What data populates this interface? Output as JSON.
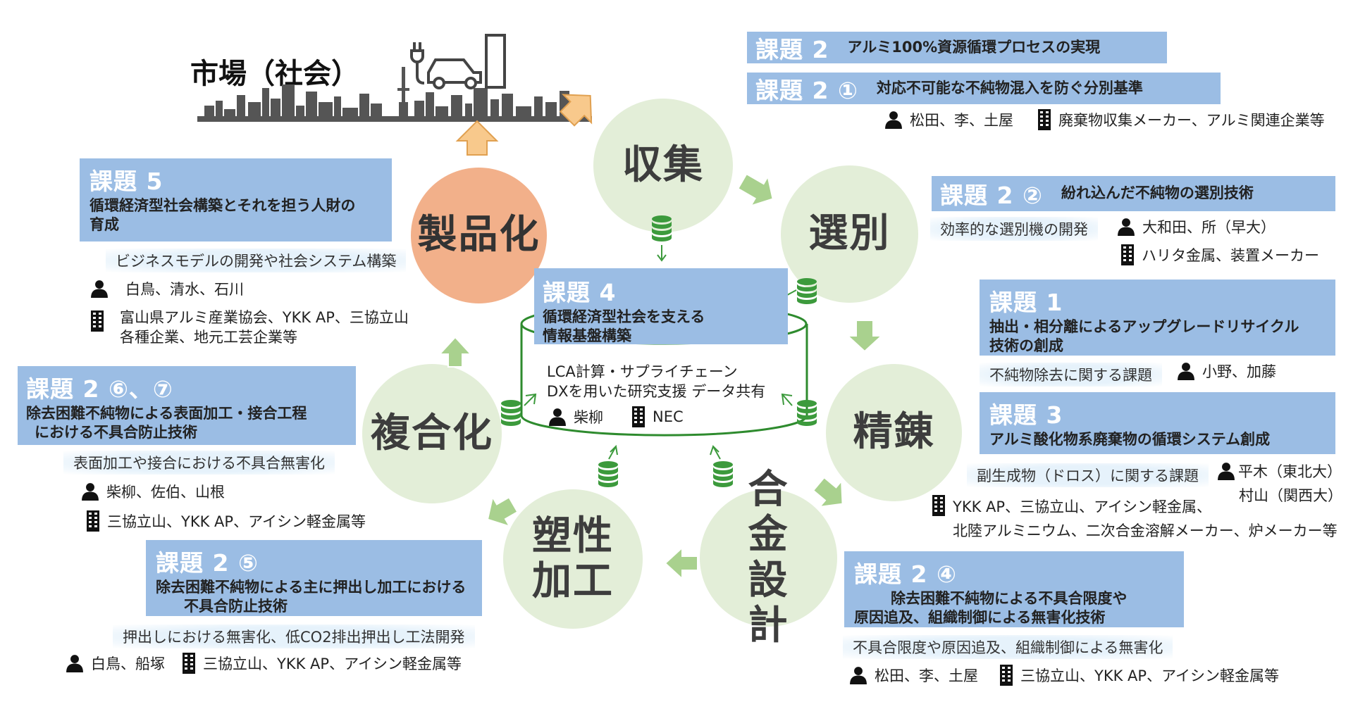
{
  "market": {
    "title": "市場（社会）"
  },
  "stages": {
    "collection": "収集",
    "sorting": "選別",
    "refining": "精錬",
    "alloy": "合金設計",
    "plastic": "塑性加工",
    "composite": "複合化",
    "product": "製品化"
  },
  "tasks": {
    "t2": {
      "label": "課題 2",
      "desc": "アルミ100%資源循環プロセスの実現"
    },
    "t2_1": {
      "label": "課題 2 ①",
      "desc": "対応不可能な不純物混入を防ぐ分別基準",
      "people": "松田、李、土屋",
      "orgs": "廃棄物収集メーカー、アルミ関連企業等"
    },
    "t2_2": {
      "label": "課題 2 ②",
      "desc": "紛れ込んだ不純物の選別技術",
      "sub": "効率的な選別機の開発",
      "people": "大和田、所（早大）",
      "orgs": "ハリタ金属、装置メーカー"
    },
    "t1": {
      "label": "課題 1",
      "desc1": "抽出・相分離によるアップグレードリサイクル",
      "desc2": "技術の創成",
      "sub": "不純物除去に関する課題",
      "people": "小野、加藤"
    },
    "t3": {
      "label": "課題 3",
      "desc": "アルミ酸化物系廃棄物の循環システム創成",
      "sub": "副生成物（ドロス）に関する課題",
      "people1": "平木（東北大）",
      "people2": "村山（関西大）",
      "orgs1": "YKK AP、三協立山、アイシン軽金属、",
      "orgs2": "北陸アルミニウム、二次合金溶解メーカー、炉メーカー等"
    },
    "t2_4": {
      "label": "課題 2 ④",
      "desc1": "除去困難不純物による不具合限度や",
      "desc2": "原因追及、組織制御による無害化技術",
      "sub": "不具合限度や原因追及、組織制御による無害化",
      "people": "松田、李、土屋",
      "orgs": "三協立山、YKK AP、アイシン軽金属等"
    },
    "t2_5": {
      "label": "課題 2 ⑤",
      "desc1": "除去困難不純物による主に押出し加工における",
      "desc2": "不具合防止技術",
      "sub": "押出しにおける無害化、低CO2排出押出し工法開発",
      "people": "白鳥、船塚",
      "orgs": "三協立山、YKK AP、アイシン軽金属等"
    },
    "t2_67": {
      "label": "課題 2 ⑥、⑦",
      "desc1": "除去困難不純物による表面加工・接合工程",
      "desc2": "における不具合防止技術",
      "sub": "表面加工や接合における不具合無害化",
      "people": "柴柳、佐伯、山根",
      "orgs": "三協立山、YKK AP、アイシン軽金属等"
    },
    "t5": {
      "label": "課題 5",
      "desc1": "循環経済型社会構築とそれを担う人財の",
      "desc2": "育成",
      "sub": "ビジネスモデルの開発や社会システム構築",
      "people": "白鳥、清水、石川",
      "orgs1": "富山県アルミ産業協会、YKK AP、三協立山",
      "orgs2": "各種企業、地元工芸企業等"
    },
    "t4": {
      "label": "課題 4",
      "desc1": "循環経済型社会を支える",
      "desc2": "情報基盤構築",
      "sub1": "LCA計算・サプライチェーン",
      "sub2": "DXを用いた研究支援 データ共有",
      "people": "柴柳",
      "orgs": "NEC"
    }
  },
  "icons": [
    "person-icon",
    "building-icon",
    "database-icon",
    "car-charging-icon",
    "city-skyline-icon"
  ],
  "colors": {
    "box": "#9bbde4",
    "circle": "#e3eed8",
    "product": "#f2b08a",
    "arrow": "#a9d18e",
    "orange_arrow": "#f8c98c"
  }
}
